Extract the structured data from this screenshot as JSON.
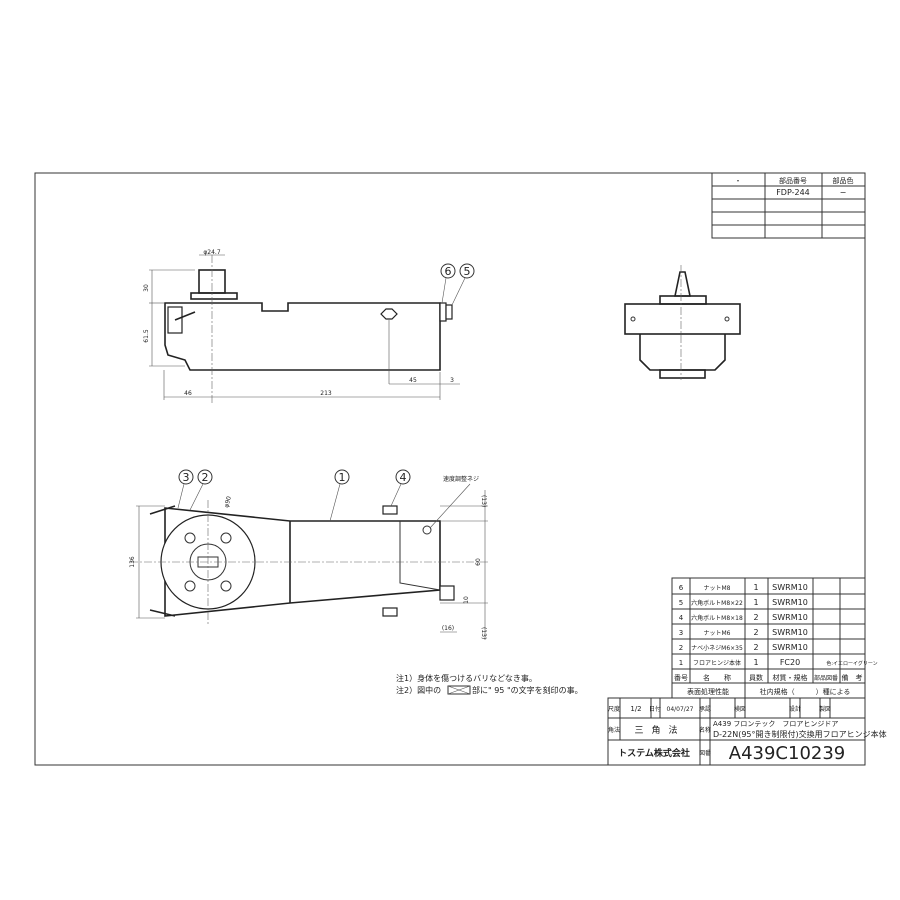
{
  "revision_table": {
    "headers": [
      "・",
      "部品番号",
      "部品色"
    ],
    "rows": [
      [
        "",
        "FDP-244",
        "−"
      ],
      [
        "",
        "",
        ""
      ],
      [
        "",
        "",
        ""
      ],
      [
        "",
        "",
        ""
      ]
    ]
  },
  "side_view": {
    "dims": {
      "diameter": "φ24.7",
      "height_top": "30",
      "height_body": "61.5",
      "left": "46",
      "length": "213",
      "offset": "45",
      "end": "3"
    },
    "balloons": [
      "6",
      "5"
    ]
  },
  "plan_view": {
    "dims": {
      "overall_width": "136",
      "width": "60",
      "top_offset": "(13)",
      "bottom_offset": "(13)",
      "bolt": "10",
      "bolt_len": "(16)",
      "flange": "φ90"
    },
    "balloons": [
      "3",
      "2",
      "1",
      "4"
    ],
    "callout": "速度調整ネジ"
  },
  "notes": [
    "注1）身体を傷つけるバリなどなき事。",
    "注2）図中の",
    "部に\" 95 \"の文字を刻印の事。"
  ],
  "parts_list": {
    "rows": [
      {
        "no": "6",
        "name": "ナットM8",
        "qty": "1",
        "material": "SWRM10",
        "part_no": "",
        "remarks": ""
      },
      {
        "no": "5",
        "name": "六角ボルトM8×22",
        "qty": "1",
        "material": "SWRM10",
        "part_no": "",
        "remarks": ""
      },
      {
        "no": "4",
        "name": "六角ボルトM8×18",
        "qty": "2",
        "material": "SWRM10",
        "part_no": "",
        "remarks": ""
      },
      {
        "no": "3",
        "name": "ナットM6",
        "qty": "2",
        "material": "SWRM10",
        "part_no": "",
        "remarks": ""
      },
      {
        "no": "2",
        "name": "ナベ小ネジM6×35",
        "qty": "2",
        "material": "SWRM10",
        "part_no": "",
        "remarks": ""
      },
      {
        "no": "1",
        "name": "フロアヒンジ本体",
        "qty": "1",
        "material": "FC20",
        "part_no": "",
        "remarks": "色:イエローイグリーン"
      }
    ],
    "headers": [
      "番号",
      "名　　称",
      "員数",
      "材質・規格",
      "部品図番",
      "備　考"
    ],
    "surface_label": "表面処理性能",
    "surface_value": "社内規格（　　　）種による"
  },
  "title_block": {
    "scale_label": "尺度",
    "scale": "1/2",
    "date_label": "日付",
    "date": "04/07/27",
    "approve_label": "承認",
    "check_label": "検図",
    "design_label": "設計",
    "draw_label": "製図",
    "projection_label": "角法",
    "projection": "三角法",
    "name_label": "名称",
    "name_line1": "A439 フロンテック　フロアヒンジドア",
    "name_line2": "D-22N(95°開き制限付)交換用フロアヒンジ本体",
    "company": "トステム株式会社",
    "drawing_no_label": "図番",
    "drawing_no": "A439C10239"
  }
}
